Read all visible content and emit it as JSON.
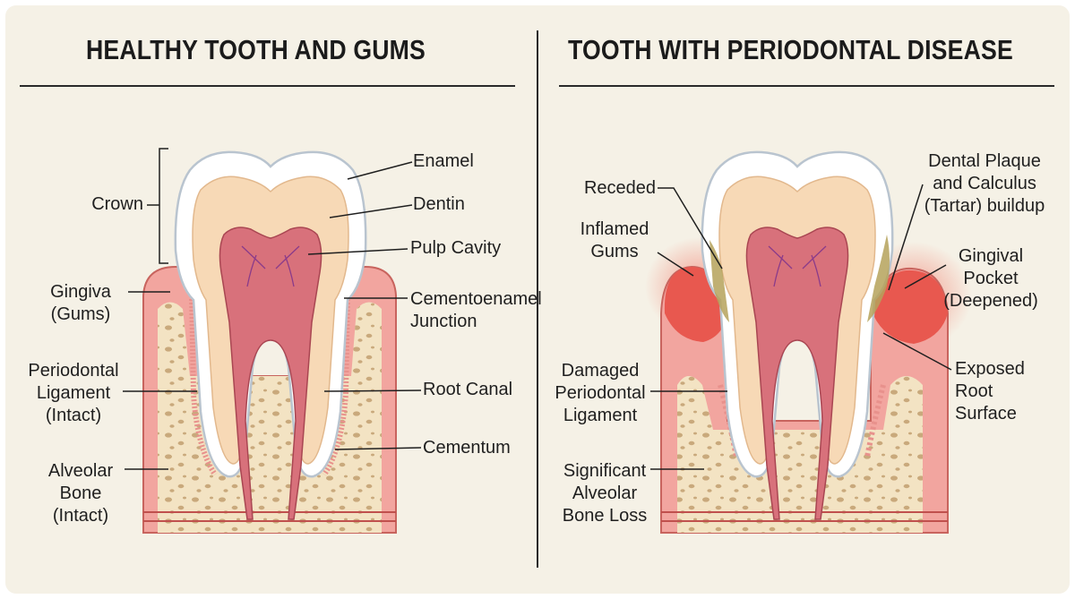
{
  "titles": {
    "left": "HEALTHY TOOTH AND GUMS",
    "right": "TOOTH WITH PERIODONTAL DISEASE"
  },
  "left_labels": {
    "enamel": "Enamel",
    "dentin": "Dentin",
    "pulp_cavity": "Pulp Cavity",
    "cej_1": "Cementoenamel",
    "cej_2": "Junction",
    "root_canal": "Root Canal",
    "cementum": "Cementum",
    "crown": "Crown",
    "gingiva_1": "Gingiva",
    "gingiva_2": "(Gums)",
    "pdl_1": "Periodontal",
    "pdl_2": "Ligament",
    "pdl_3": "(Intact)",
    "bone_1": "Alveolar",
    "bone_2": "Bone",
    "bone_3": "(Intact)"
  },
  "right_labels": {
    "receded": "Receded",
    "inflamed_1": "Inflamed",
    "inflamed_2": "Gums",
    "damaged_1": "Damaged",
    "damaged_2": "Periodontal",
    "damaged_3": "Ligament",
    "loss_1": "Significant",
    "loss_2": "Alveolar",
    "loss_3": "Bone Loss",
    "plaque_1": "Dental Plaque",
    "plaque_2": "and Calculus",
    "plaque_3": "(Tartar) buildup",
    "pocket_1": "Gingival",
    "pocket_2": "Pocket",
    "pocket_3": "(Deepened)",
    "exposed_1": "Exposed",
    "exposed_2": "Root",
    "exposed_3": "Surface"
  },
  "colors": {
    "background": "#f5f1e6",
    "enamel": "#ffffff",
    "dentin": "#f7d9b6",
    "pulp": "#d8717b",
    "gum": "#f2a59f",
    "inflamed_gum": "#e8584f",
    "bone": "#f3e3c3",
    "tartar": "#b5a25a"
  }
}
